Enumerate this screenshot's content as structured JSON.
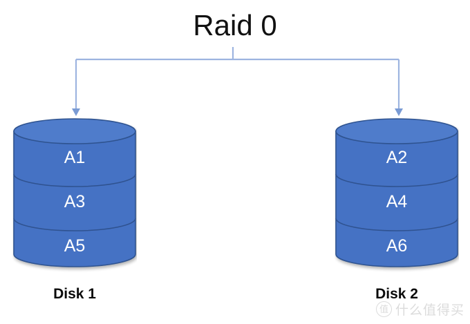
{
  "diagram": {
    "title": "Raid 0",
    "type": "raid-storage-diagram",
    "colors": {
      "disk_fill": "#4472C4",
      "disk_top_fill": "#4F7BCB",
      "disk_stroke": "#2F528F",
      "connector": "#9DB4E0",
      "title_text": "#111111",
      "segment_text": "#FFFFFF",
      "caption_text": "#0B0B0B",
      "background": "#FFFFFF"
    },
    "connector": {
      "name": "bracket-connector",
      "stem_label": "",
      "arrow_count": 2
    },
    "disks": [
      {
        "id": "disk-1",
        "caption": "Disk 1",
        "segments": [
          {
            "label": "A1"
          },
          {
            "label": "A3"
          },
          {
            "label": "A5"
          }
        ]
      },
      {
        "id": "disk-2",
        "caption": "Disk 2",
        "segments": [
          {
            "label": "A2"
          },
          {
            "label": "A4"
          },
          {
            "label": "A6"
          }
        ]
      }
    ]
  },
  "watermark": {
    "logo_glyph": "值",
    "text": "什么值得买"
  }
}
